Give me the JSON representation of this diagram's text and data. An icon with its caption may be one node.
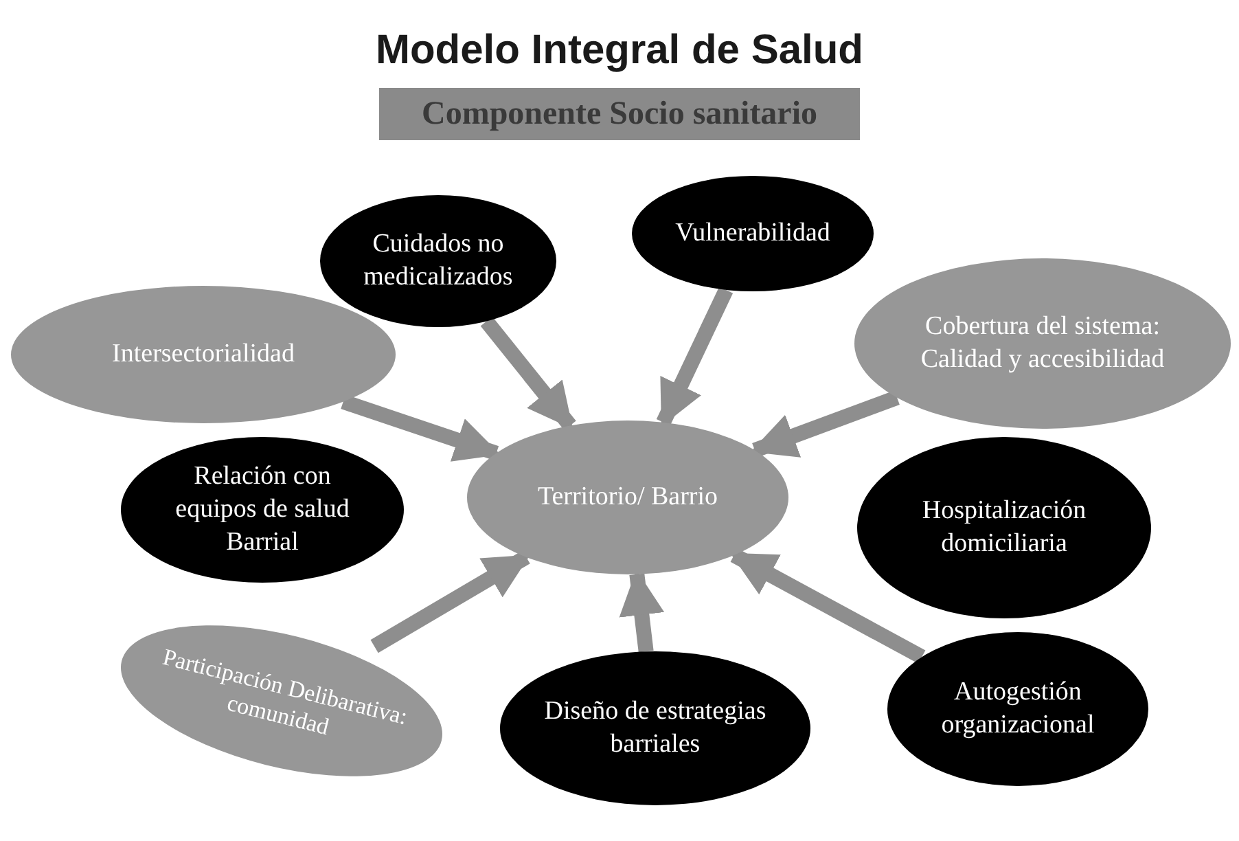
{
  "diagram": {
    "title": "Modelo Integral de Salud",
    "nodes": [
      {
        "text": [
          "Componente Socio sanitario"
        ]
      },
      {
        "text": [
          "Cuidados no medicalizados"
        ]
      },
      {
        "text": [
          "Vulnerabilidad"
        ]
      },
      {
        "text": [
          "Intersectorialidad"
        ]
      },
      {
        "text": [
          "Cobertura del sistema: Calidad y accesibilidad"
        ]
      },
      {
        "text": [
          "Territorio/ Barrio"
        ]
      },
      {
        "text": [
          "Relación con equipos de salud Barrial"
        ]
      },
      {
        "text": [
          "Hospitalización domiciliaria"
        ]
      },
      {
        "text": [
          "Participación Delibarativa: comunidad"
        ]
      },
      {
        "text": [
          "Diseño de estrategias barriales"
        ]
      },
      {
        "text": [
          "Autogestión organizacional"
        ]
      }
    ],
    "edges": [
      {
        "from": 1,
        "to": 5,
        "arrow": "to"
      },
      {
        "from": 2,
        "to": 5,
        "arrow": "to"
      },
      {
        "from": 3,
        "to": 5,
        "arrow": "to"
      },
      {
        "from": 4,
        "to": 5,
        "arrow": "to"
      },
      {
        "from": 8,
        "to": 5,
        "arrow": "to"
      },
      {
        "from": 9,
        "to": 5,
        "arrow": "to"
      },
      {
        "from": 10,
        "to": 5,
        "arrow": "to"
      }
    ]
  }
}
